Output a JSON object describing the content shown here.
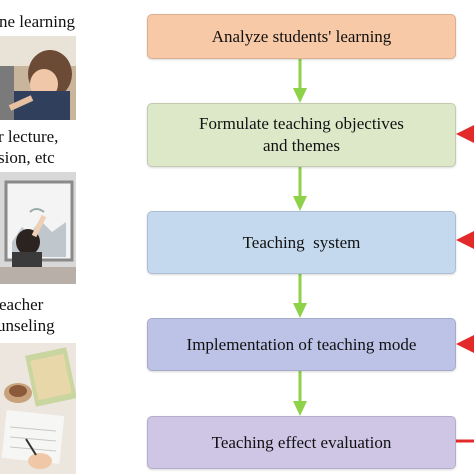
{
  "side_panel": {
    "caption_1": "ne learning",
    "caption_2_line1": "r lecture,",
    "caption_2_line2": "sion, etc",
    "caption_3_line1": "eacher",
    "caption_3_line2": "unseling"
  },
  "flow": {
    "steps": [
      {
        "label": "Analyze students' learning",
        "fill": "#f8c9a6"
      },
      {
        "label_line1": "Formulate teaching objectives",
        "label_line2": "and themes",
        "fill": "#dde8c9"
      },
      {
        "label": "Teaching  system",
        "fill": "#c4d9ee"
      },
      {
        "label": "Implementation of teaching mode",
        "fill": "#bdc3e6"
      },
      {
        "label": "Teaching effect evaluation",
        "fill": "#cfc6e6"
      }
    ],
    "connector_color": "#8ed24a",
    "feedback_color": "#e32a2a"
  }
}
